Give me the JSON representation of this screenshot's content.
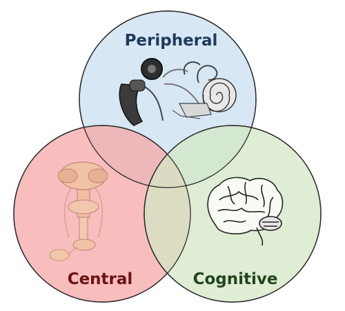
{
  "diagram": {
    "type": "venn",
    "sets": [
      {
        "id": "peripheral",
        "label": "Peripheral",
        "color": "#c9dff0",
        "icon": "cochlear-implant-ear-icon"
      },
      {
        "id": "central",
        "label": "Central",
        "color": "#f5a7a7",
        "icon": "auditory-pathway-icon"
      },
      {
        "id": "cognitive",
        "label": "Cognitive",
        "color": "#d3e7c4",
        "icon": "brain-icon"
      }
    ],
    "outline_color": "#2a2a2a",
    "label_colors": {
      "peripheral": "#1f3a5c",
      "central": "#6b1414",
      "cognitive": "#23441d"
    }
  }
}
